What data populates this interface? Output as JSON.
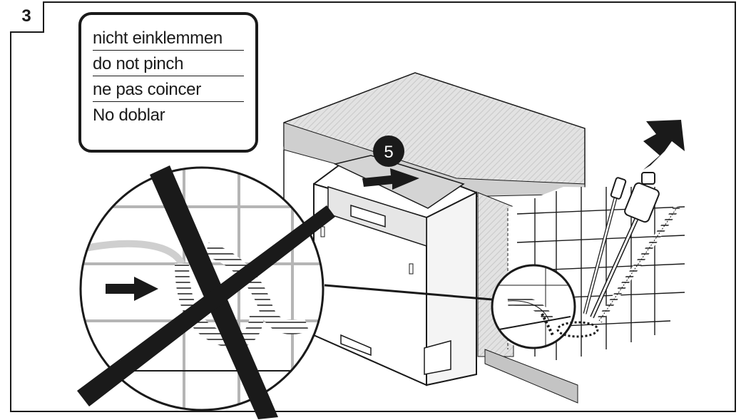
{
  "step": {
    "number": "3"
  },
  "warning_labels": [
    "nicht einklemmen",
    "do not pinch",
    "ne pas coincer",
    "No doblar"
  ],
  "callout": {
    "number": "5"
  },
  "colors": {
    "ink": "#1a1a1a",
    "grey_light": "#dcdcdc",
    "grey_mid": "#b8b8b8",
    "grey_dark": "#8a8a8a"
  }
}
